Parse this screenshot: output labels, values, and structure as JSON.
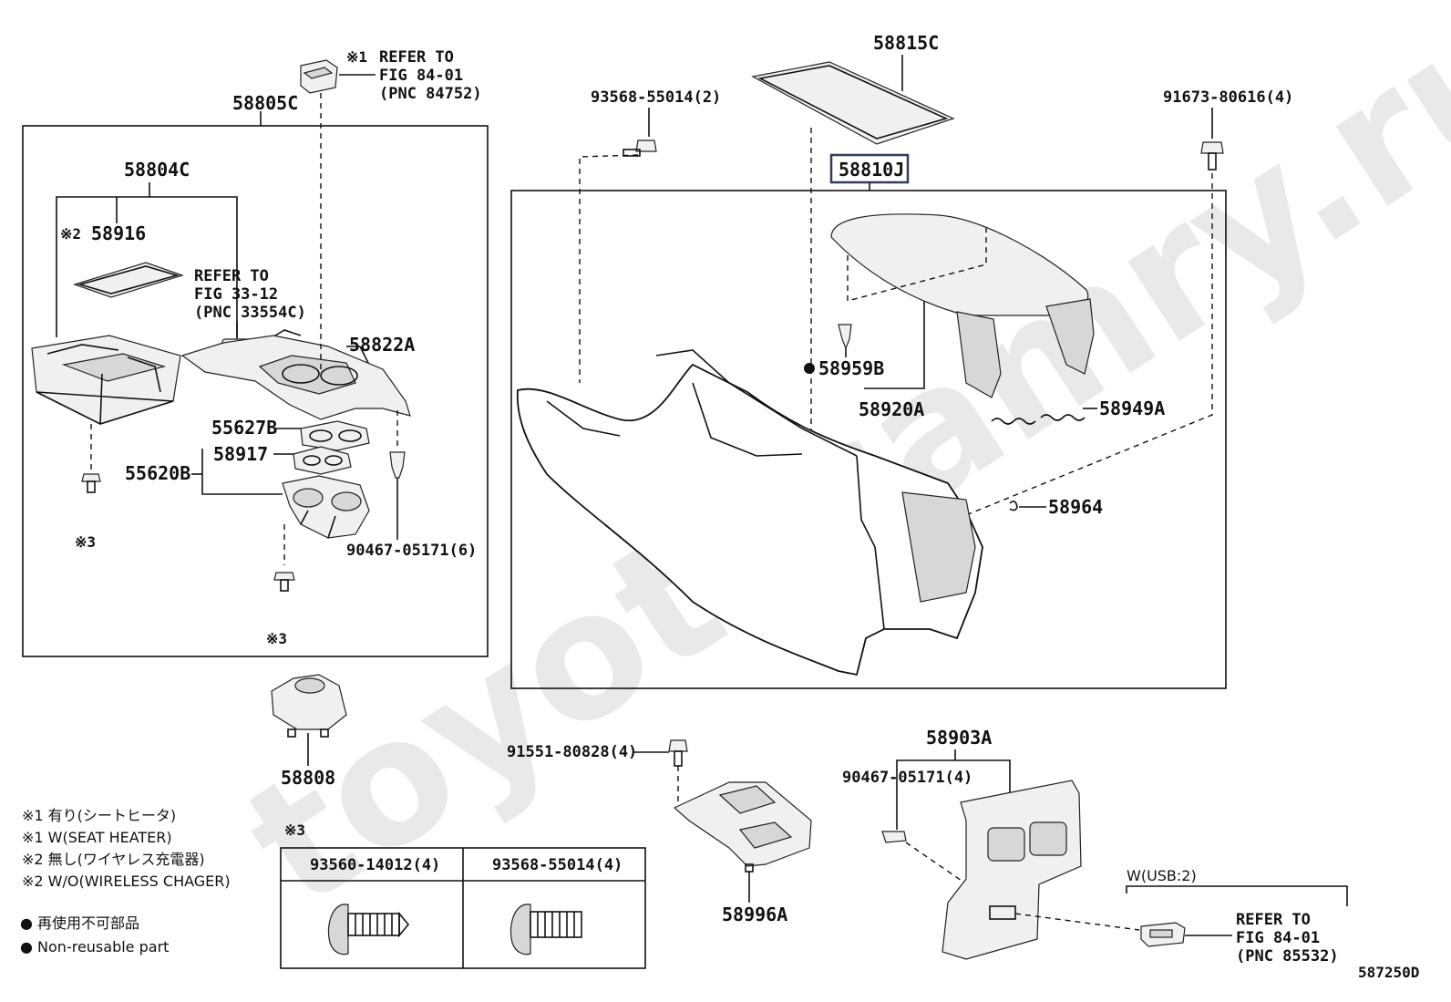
{
  "watermark": "toyotacamry.ru",
  "diagram_code": "587250D",
  "parts": {
    "p58815C": "58815C",
    "p58810J": "58810J",
    "p58805C": "58805C",
    "p58804C": "58804C",
    "p58916": "58916",
    "p58822A": "58822A",
    "p55627B": "55627B",
    "p58917": "58917",
    "p55620B": "55620B",
    "p58808": "58808",
    "p58959B": "58959B",
    "p58920A": "58920A",
    "p58949A": "58949A",
    "p58964": "58964",
    "p58903A": "58903A",
    "p58996A": "58996A"
  },
  "fasteners": {
    "f93568_top": "93568-55014(2)",
    "f91673": "91673-80616(4)",
    "f90467_left": "90467-05171(6)",
    "f91551": "91551-80828(4)",
    "f90467_right": "90467-05171(4)"
  },
  "marks": {
    "m1": "※1",
    "m2": "※2",
    "m3a": "※3",
    "m3b": "※3",
    "m3c": "※3",
    "dot": "●"
  },
  "refs": {
    "ref1": [
      "REFER TO",
      "FIG 84-01",
      "(PNC 84752)"
    ],
    "ref2": [
      "REFER TO",
      "FIG 33-12",
      "(PNC 33554C)"
    ],
    "ref3": [
      "REFER TO",
      "FIG 84-01",
      "(PNC 85532)"
    ]
  },
  "usb_note": "W(USB:2)",
  "legend_notes": [
    "※1 有り(シートヒータ)",
    "※1 W(SEAT HEATER)",
    "※2 無し(ワイヤレス充電器)",
    "※2 W/O(WIRELESS CHAGER)"
  ],
  "legend_dot": [
    "● 再使用不可部品",
    "● Non-reusable part"
  ],
  "table": {
    "headers": [
      "93560-14012(4)",
      "93568-55014(4)"
    ]
  }
}
